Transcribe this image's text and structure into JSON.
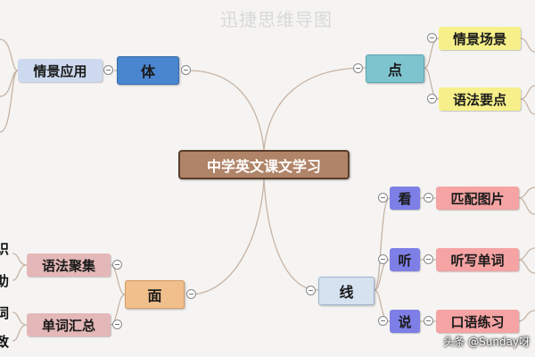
{
  "watermark": "迅捷思维导图",
  "credit": "头条 @Sunday呀",
  "colors": {
    "line": "#c7b3a5",
    "root_fill": "#b08468",
    "root_border": "#5a3d2b"
  },
  "root": {
    "label": "中学英文课文学习"
  },
  "branches": {
    "ti": {
      "label": "体",
      "color": "#4a86d0",
      "children": [
        {
          "label": "情景应用",
          "color": "#cdd9ee"
        }
      ]
    },
    "dian": {
      "label": "点",
      "color": "#7ec4cf",
      "children": [
        {
          "label": "情景场景",
          "color": "#f7f08a"
        },
        {
          "label": "语法要点",
          "color": "#f7f08a"
        }
      ]
    },
    "mian": {
      "label": "面",
      "color": "#f1bf8b",
      "children": [
        {
          "label": "语法聚集",
          "color": "#e4b8b8"
        },
        {
          "label": "单词汇总",
          "color": "#e4b8b8"
        }
      ],
      "edge_text": [
        "识",
        "助",
        "词",
        "致"
      ]
    },
    "xian": {
      "label": "线",
      "color": "#d5e2f0",
      "children": [
        {
          "label": "看",
          "color": "#7d7fe6",
          "sub": {
            "label": "匹配图片",
            "color": "#f5a3a3"
          }
        },
        {
          "label": "听",
          "color": "#7d7fe6",
          "sub": {
            "label": "听写单词",
            "color": "#f5a3a3"
          }
        },
        {
          "label": "说",
          "color": "#7d7fe6",
          "sub": {
            "label": "口语练习",
            "color": "#f5a3a3"
          }
        }
      ]
    }
  }
}
